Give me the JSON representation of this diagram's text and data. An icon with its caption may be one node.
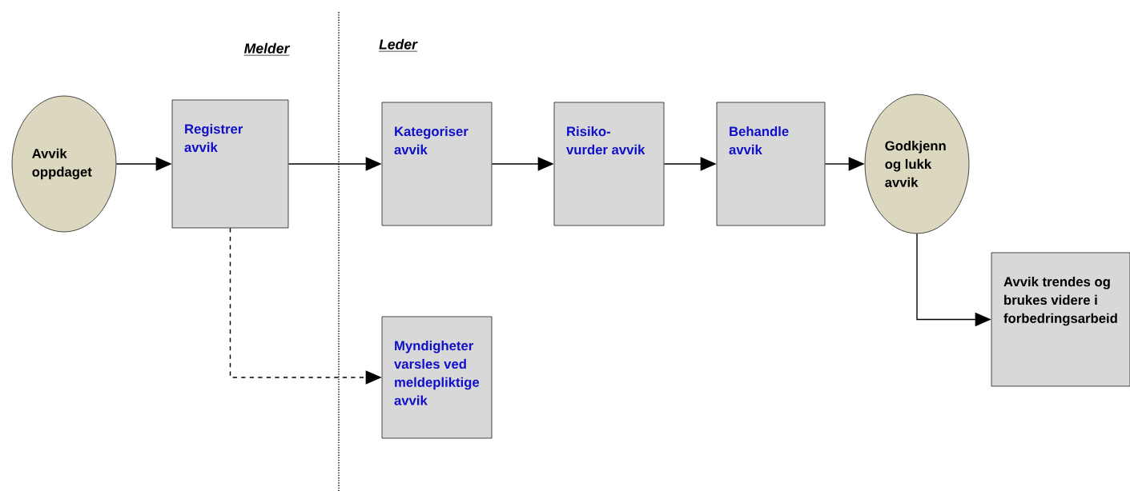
{
  "diagram": {
    "nodes": [
      {
        "text": [
          "Avvik oppdaget"
        ]
      },
      {
        "text": [
          "Registrer avvik"
        ]
      },
      {
        "text": [
          "Kategoriser avvik"
        ]
      },
      {
        "text": [
          "Risiko-vurder avvik"
        ]
      },
      {
        "text": [
          "Behandle avvik"
        ]
      },
      {
        "text": [
          "Godkjenn og lukk avvik"
        ]
      },
      {
        "text": [
          "Myndigheter varsles ved meldepliktige avvik"
        ]
      },
      {
        "text": [
          "Avvik trendes og brukes videre i forbedringsarbeid"
        ]
      }
    ],
    "edges": [
      {
        "from": 0,
        "to": 1,
        "arrow": "to"
      },
      {
        "from": 1,
        "to": 2,
        "arrow": "to"
      },
      {
        "from": 2,
        "to": 3,
        "arrow": "to"
      },
      {
        "from": 3,
        "to": 4,
        "arrow": "to"
      },
      {
        "from": 4,
        "to": 5,
        "arrow": "to"
      },
      {
        "from": 1,
        "to": 6,
        "arrow": "to",
        "style": "dashed"
      },
      {
        "from": 5,
        "to": 7,
        "arrow": "to"
      }
    ],
    "labels": [
      "Melder",
      "Leder"
    ]
  }
}
